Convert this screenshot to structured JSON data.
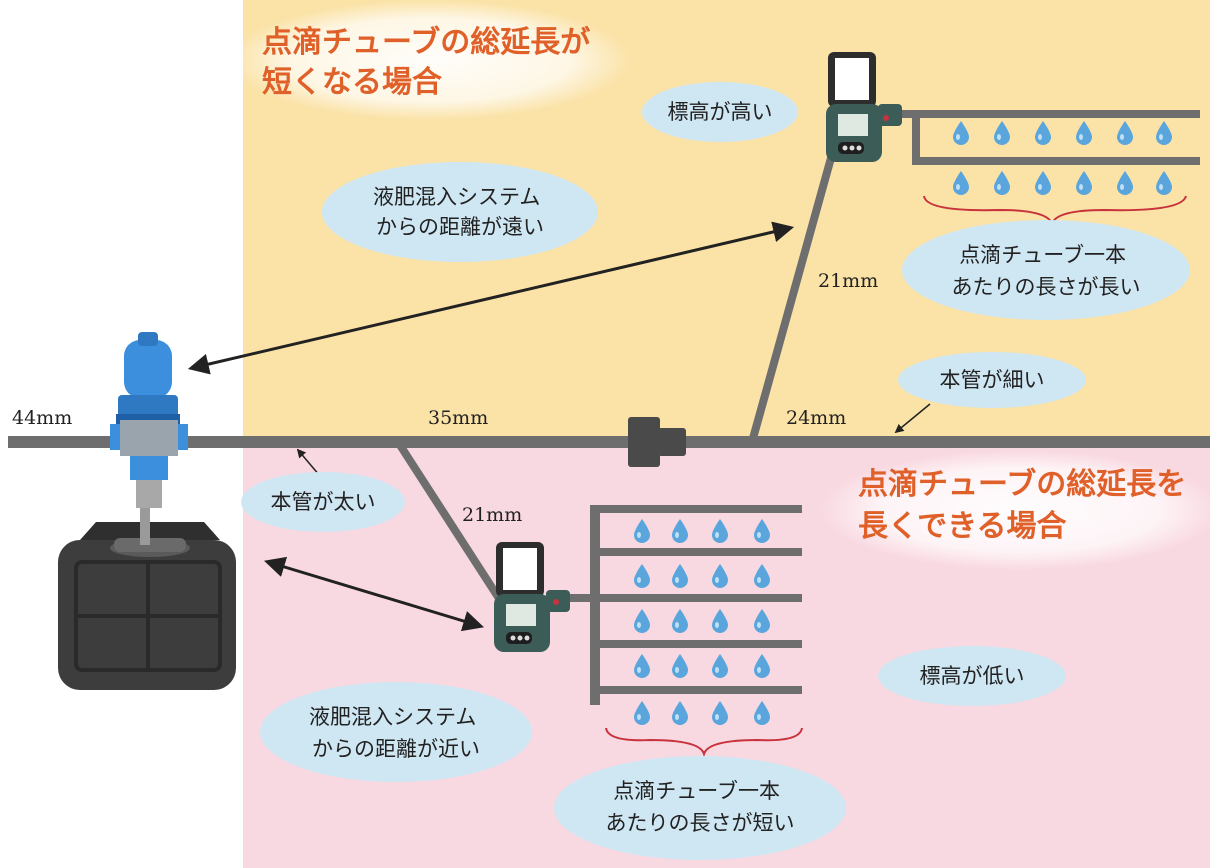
{
  "headings": {
    "upper": [
      "点滴チューブの総延長が",
      "短くなる場合"
    ],
    "lower": [
      "点滴チューブの総延長を",
      "長くできる場合"
    ]
  },
  "bubbles": {
    "elevation_high": [
      "標高が高い"
    ],
    "distance_far": [
      "液肥混入システム",
      "からの距離が遠い"
    ],
    "tube_long": [
      "点滴チューブ一本",
      "あたりの長さが長い"
    ],
    "main_thin": [
      "本管が細い"
    ],
    "main_thick": [
      "本管が太い"
    ],
    "elevation_low": [
      "標高が低い"
    ],
    "distance_near": [
      "液肥混入システム",
      "からの距離が近い"
    ],
    "tube_short": [
      "点滴チューブ一本",
      "あたりの長さが短い"
    ]
  },
  "pipe_sizes": {
    "main_inlet": "44mm",
    "main_mid": "35mm",
    "main_end": "24mm",
    "branch_upper": "21mm",
    "branch_lower": "21mm"
  },
  "colors": {
    "upper_zone": "#fbe3a8",
    "lower_zone": "#f9d9e1",
    "heading_text": "#e0602a",
    "bubble_fill": "#cfe6f3",
    "pipe": "#6e6e6e",
    "drop": "#5aa6dc",
    "brace": "#c8323c",
    "pump_blue": "#3b8fdc",
    "controller_green": "#3c5c58"
  }
}
